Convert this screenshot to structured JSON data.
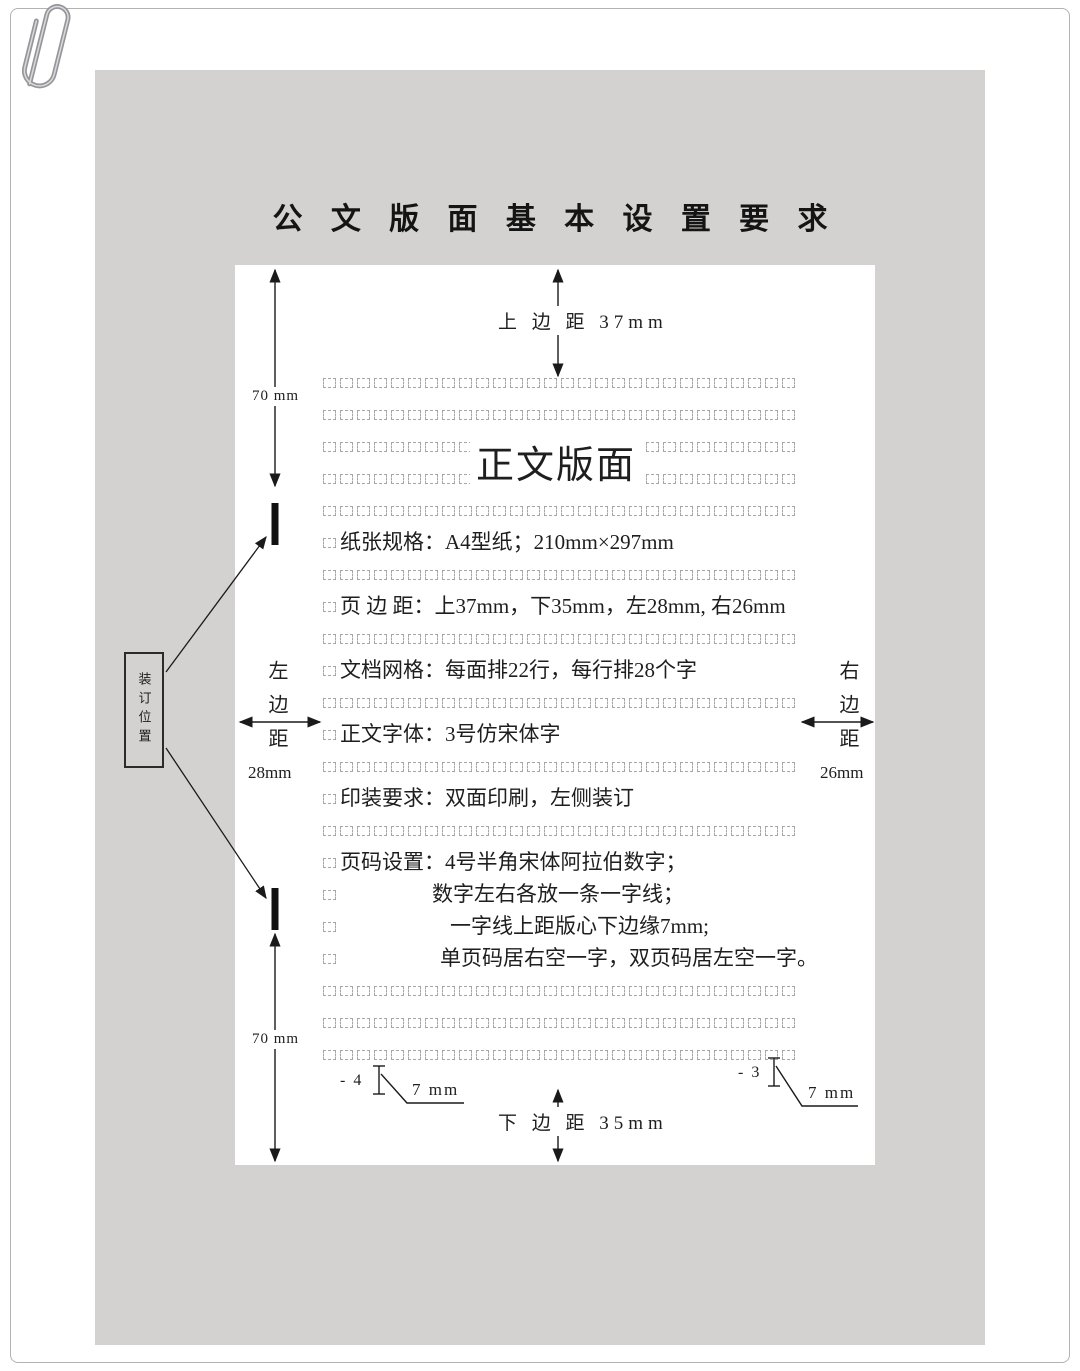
{
  "title": "公 文 版 面 基 本 设 置 要 求",
  "diagram": {
    "top_margin_label": "上 边 距 37mm",
    "bottom_margin_label": "下 边 距 35mm",
    "left_margin_label": "左边距",
    "left_margin_value": "28mm",
    "right_margin_label": "右边距",
    "right_margin_value": "26mm",
    "top_distance_label": "70 mm",
    "bottom_distance_label": "70 mm",
    "binding_label": "装订位置",
    "body_title": "正文版面",
    "body_lines": [
      "纸张规格：A4型纸；210mm×297mm",
      "页 边 距：上37mm，下35mm，左28mm, 右26mm",
      "文档网格：每面排22行，每行排28个字",
      "正文字体：3号仿宋体字",
      "印装要求：双面印刷，左侧装订",
      "页码设置：4号半角宋体阿拉伯数字；",
      "数字左右各放一条一字线；",
      "一字线上距版心下边缘7mm;",
      "单页码居右空一字，双页码居左空一字。"
    ],
    "page_number_even": "- 4",
    "page_number_odd": "- 3",
    "callout_left": "7 mm",
    "callout_right": "7 mm",
    "grid": {
      "rows": 22,
      "cols": 28
    }
  }
}
